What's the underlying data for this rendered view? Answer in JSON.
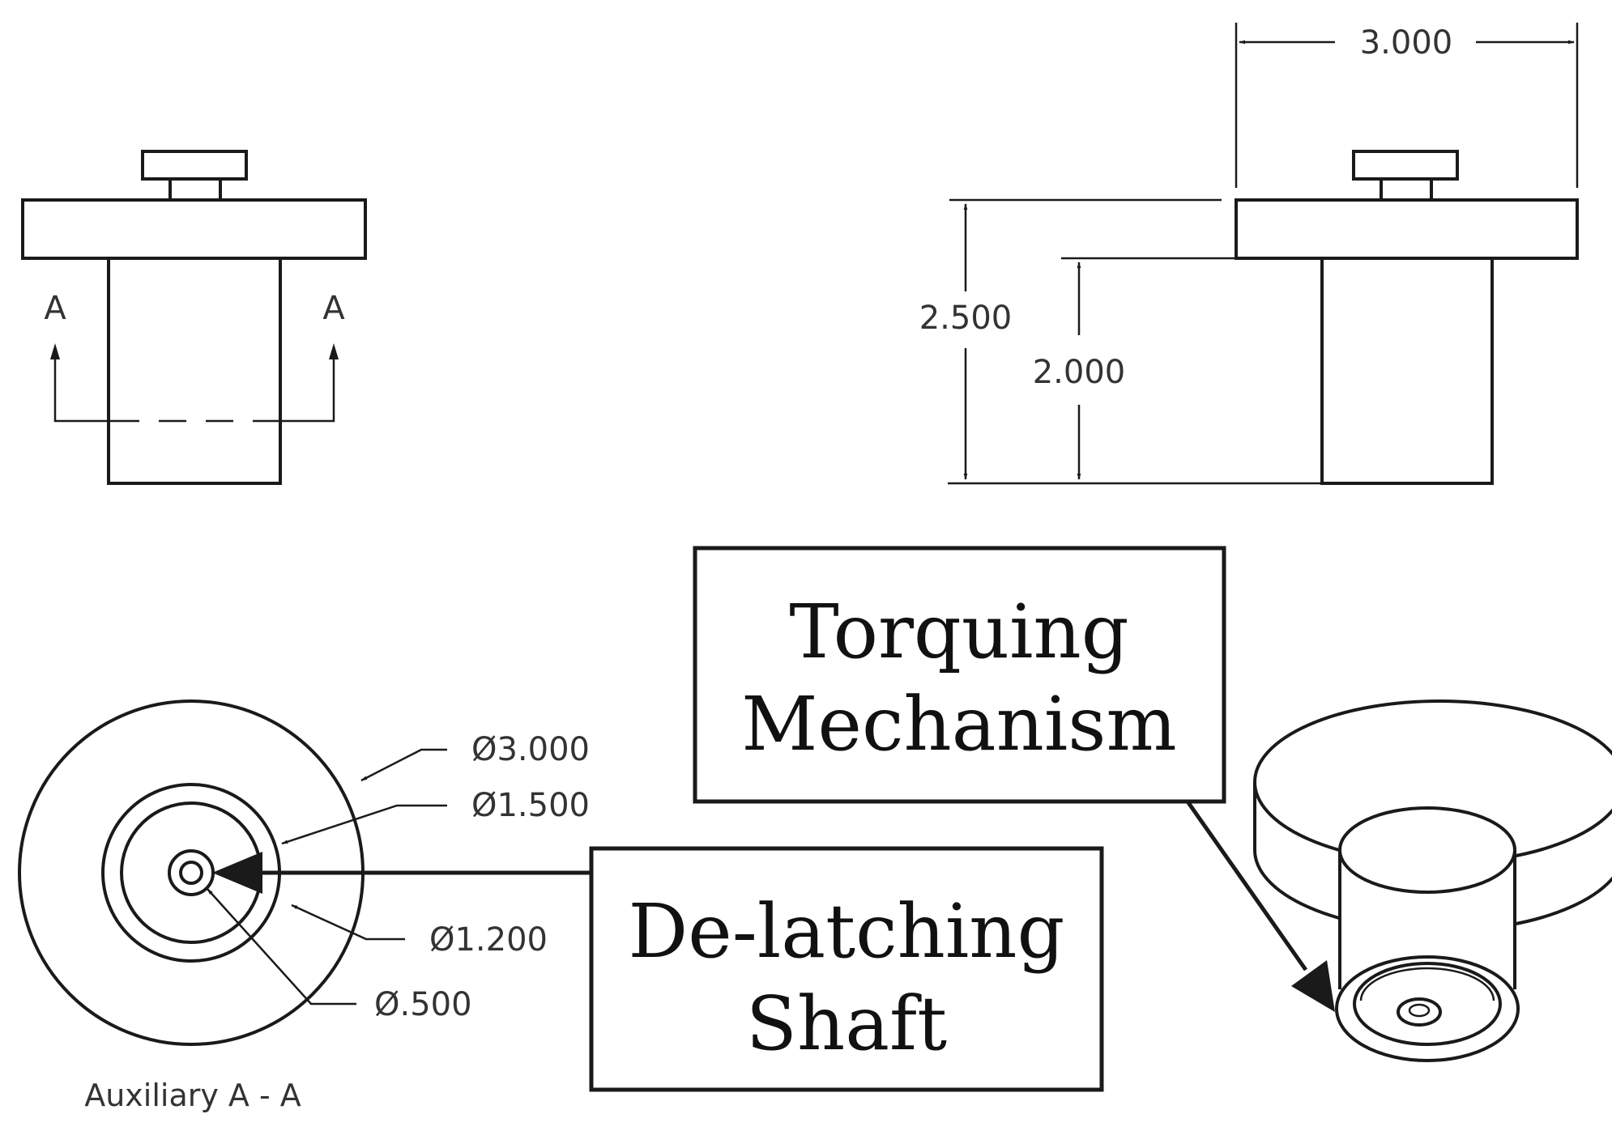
{
  "front_view": {
    "section_label_left": "A",
    "section_label_right": "A"
  },
  "side_view": {
    "width_dim": "3.000",
    "overall_height_dim": "2.500",
    "body_height_dim": "2.000"
  },
  "auxiliary_view": {
    "dia_outer": "Ø3.000",
    "dia_body": "Ø1.500",
    "dia_bore": "Ø1.200",
    "dia_shaft": "Ø.500",
    "caption": "Auxiliary A - A"
  },
  "callouts": {
    "torquing_line1": "Torquing",
    "torquing_line2": "Mechanism",
    "delatching_line1": "De-latching",
    "delatching_line2": "Shaft"
  },
  "colors": {
    "ink": "#1a1a1a",
    "background": "#ffffff"
  }
}
